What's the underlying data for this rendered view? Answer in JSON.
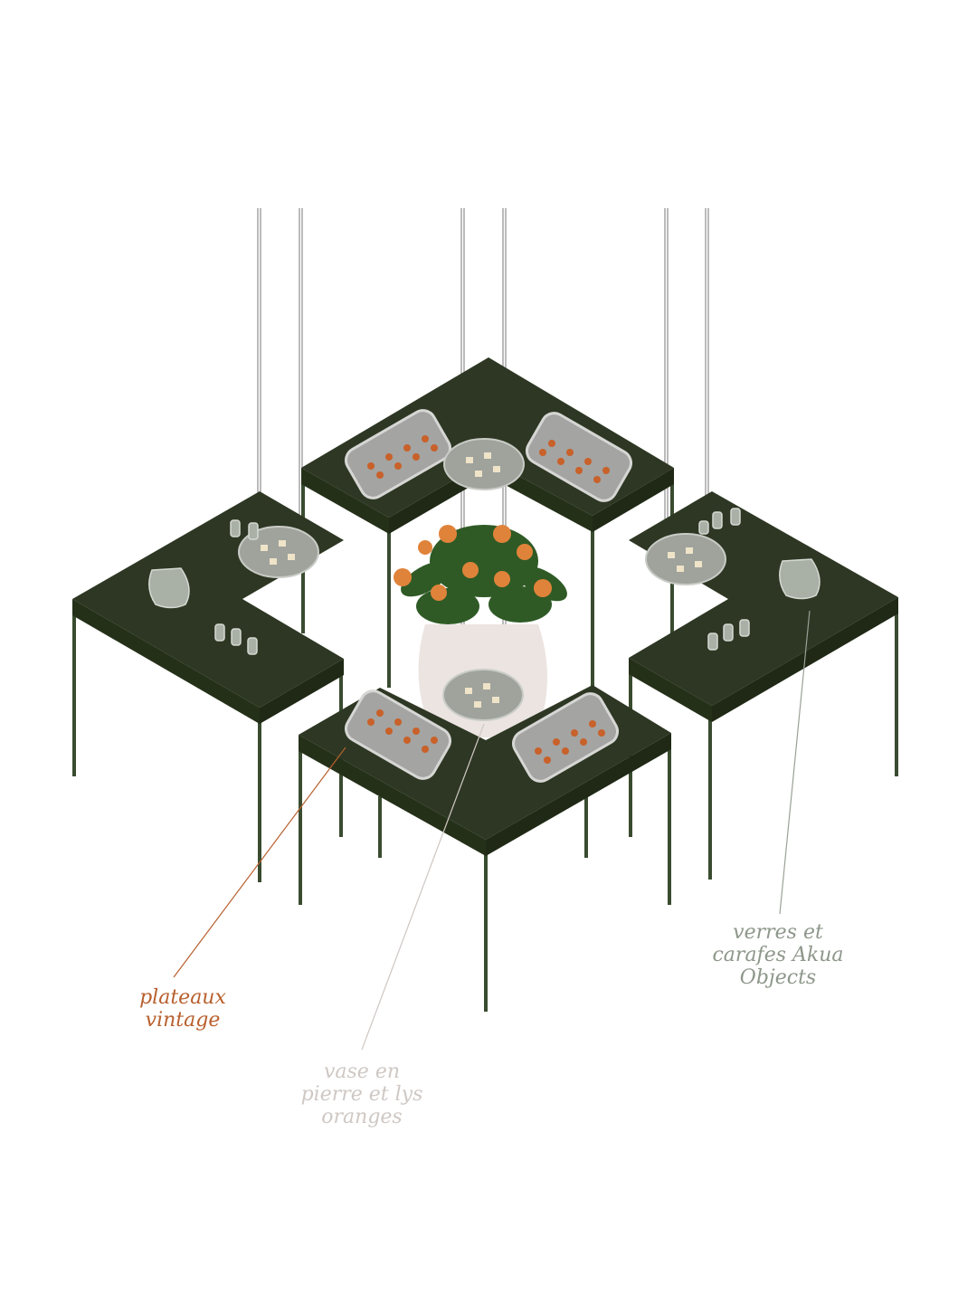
{
  "labels": {
    "trays": "plateaux\nvintage",
    "vase": "vase en\npierre et lys\noranges",
    "glassware": "verres et\ncarafes Akua\nObjects"
  },
  "colors": {
    "table_top": "#2d3723",
    "table_side": "#253019",
    "leg": "#3a4c30",
    "tray": "#a4a4a2",
    "dot": "#c8612a",
    "label_trays": "#b8602e",
    "label_vase": "#cfc8c4",
    "label_glassware": "#8d978a"
  }
}
